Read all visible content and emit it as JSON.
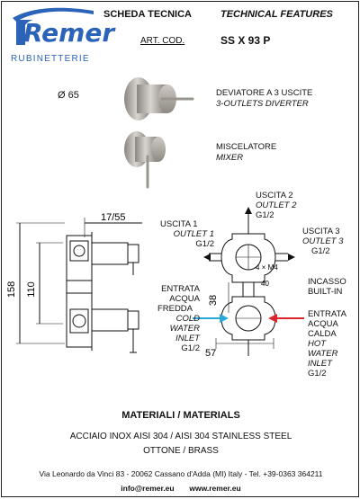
{
  "logo": {
    "brand": "Remer",
    "subtitle": "RUBINETTERIE"
  },
  "header": {
    "title_it": "SCHEDA TECNICA",
    "title_en": "TECHNICAL FEATURES",
    "art_label": "ART. COD.",
    "art_code": "SS X 93 P"
  },
  "products": [
    {
      "diameter": "Ø 65",
      "name_it": "DEVIATORE A 3 USCITE",
      "name_en": "3-OUTLETS DIVERTER"
    },
    {
      "name_it": "MISCELATORE",
      "name_en": "MIXER"
    }
  ],
  "drawing": {
    "dim_top": "17/55",
    "dim_height_total": "158",
    "dim_height_inner": "110",
    "dim_38": "38",
    "dim_40": "40",
    "dim_57": "57",
    "screws": "4 × M4",
    "outlet1": {
      "it": "USCITA 1",
      "en": "OUTLET 1",
      "size": "G1/2"
    },
    "outlet2": {
      "it": "USCITA 2",
      "en": "OUTLET 2",
      "size": "G1/2"
    },
    "outlet3": {
      "it": "USCITA 3",
      "en": "OUTLET 3",
      "size": "G1/2"
    },
    "inlet_cold": {
      "l1": "ENTRATA",
      "l2": "ACQUA",
      "l3": "FREDDA",
      "en1": "COLD",
      "en2": "WATER",
      "en3": "INLET",
      "size": "G1/2"
    },
    "inlet_hot": {
      "l1": "ENTRATA",
      "l2": "ACQUA",
      "l3": "CALDA",
      "en1": "HOT",
      "en2": "WATER",
      "en3": "INLET",
      "size": "G1/2"
    },
    "builtin": {
      "it": "INCASSO",
      "en": "BUILT-IN"
    }
  },
  "colors": {
    "brand": "#2b63b8",
    "cold": "#29a8d8",
    "hot": "#d8262b"
  },
  "materials": {
    "title": "MATERIALI / MATERIALS",
    "line1": "ACCIAIO INOX AISI 304 / AISI 304 STAINLESS STEEL",
    "line2": "OTTONE / BRASS"
  },
  "footer": {
    "address": "Via Leonardo da Vinci 83 - 20062 Cassano d'Adda (MI) Italy - Tel. +39-0363 364211",
    "email": "info@remer.eu",
    "web": "www.remer.eu"
  }
}
